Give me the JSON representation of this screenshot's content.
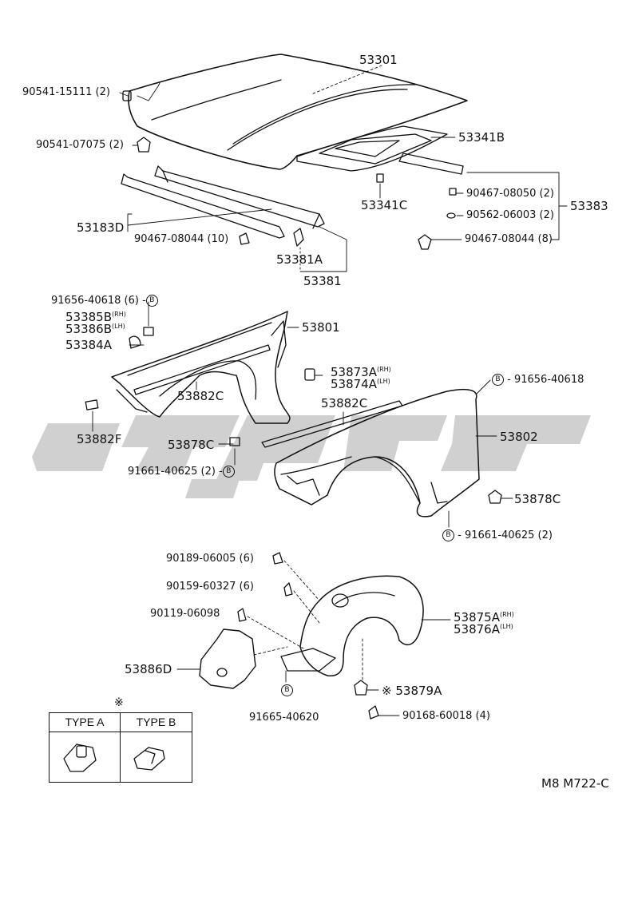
{
  "labels": {
    "p53301": "53301",
    "p90541_15111": "90541-15111 (2)",
    "p90541_07075": "90541-07075 (2)",
    "p53341B": "53341B",
    "p53341C": "53341C",
    "p90467_08050": "90467-08050 (2)",
    "p90562_06003": "90562-06003 (2)",
    "p90467_08044a": "90467-08044 (8)",
    "p53383": "53383",
    "p53183D": "53183D",
    "p90467_08044b": "90467-08044 (10)",
    "p53381A": "53381A",
    "p53381": "53381",
    "p91656_40618a": "91656-40618 (6)",
    "p53385B": "53385B",
    "p53385B_side": "(RH)",
    "p53386B": "53386B",
    "p53386B_side": "(LH)",
    "p53384A": "53384A",
    "p53801": "53801",
    "p53873A": "53873A",
    "p53873A_side": "(RH)",
    "p53874A": "53874A",
    "p53874A_side": "(LH)",
    "p91656_40618b": "91656-40618",
    "p53882C_a": "53882C",
    "p53882C_b": "53882C",
    "p53882F": "53882F",
    "p53878C_a": "53878C",
    "p53802": "53802",
    "p91661_40625a": "91661-40625 (2)",
    "p53878C_b": "53878C",
    "p91661_40625b": "91661-40625 (2)",
    "p90189_06005": "90189-06005 (6)",
    "p90159_60327": "90159-60327 (6)",
    "p90119_06098": "90119-06098",
    "p53875A": "53875A",
    "p53875A_side": "(RH)",
    "p53876A": "53876A",
    "p53876A_side": "(LH)",
    "p53886D": "53886D",
    "p91665_40620": "91665-40620",
    "p53879A": "53879A",
    "p90168_60018": "90168-60018 (4)",
    "drawing_code": "M8 M722-C"
  },
  "clip_tag": "B",
  "note_mark": "※",
  "type_table": {
    "mark": "※",
    "type_a": "TYPE A",
    "type_b": "TYPE B"
  },
  "colors": {
    "ink": "#111111",
    "watermark": "#c8c8c8"
  }
}
